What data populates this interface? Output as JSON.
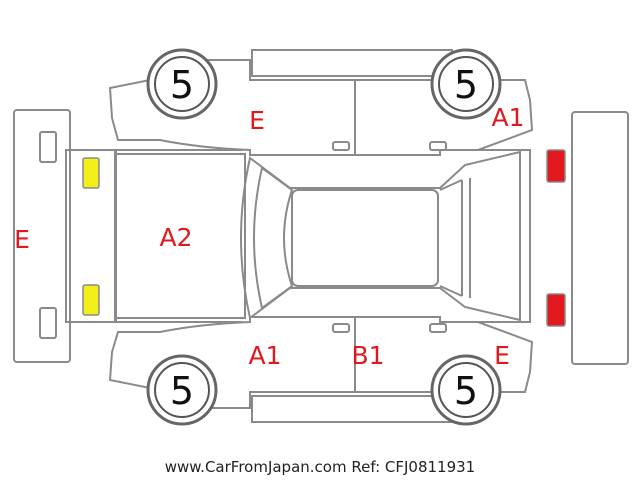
{
  "colors": {
    "damage_code": "#e0191e",
    "front_light": "#f2ee1a",
    "rear_light": "#e0191e",
    "line": "#8a8a8a"
  },
  "tires": {
    "front_left": "5",
    "rear_left": "5",
    "front_right": "5",
    "rear_right": "5"
  },
  "codes": {
    "front_bumper": "E",
    "hood": "A2",
    "right_rear_door": "E",
    "right_rear_fender": "A1",
    "left_front_fender": "A1",
    "left_rear_door": "B1",
    "left_rear_fender": "E"
  },
  "footer": "www.CarFromJapan.com Ref: CFJ0811931"
}
